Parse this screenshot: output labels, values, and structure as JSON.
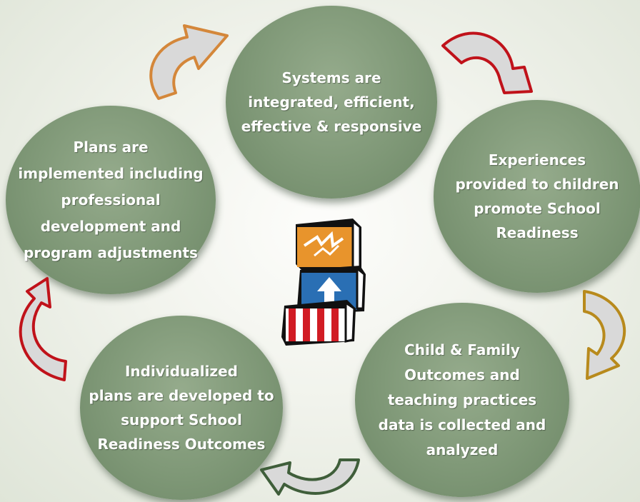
{
  "nodes": {
    "top": {
      "text": "Systems are\nintegrated, efficient,\neffective & responsive"
    },
    "right": {
      "text": "Experiences\nprovided to children\npromote School\nReadiness"
    },
    "bottom_right": {
      "text": "Child & Family\nOutcomes and\nteaching practices\ndata is collected and\nanalyzed"
    },
    "bottom_left": {
      "text": "Individualized\nplans are developed to\nsupport School\nReadiness Outcomes"
    },
    "left": {
      "text": "Plans are\nimplemented including\nprofessional\ndevelopment and\nprogram adjustments"
    }
  },
  "colors": {
    "circle": "#7f9877",
    "arrow_red": "#c0121a",
    "arrow_orange": "#d4873a",
    "arrow_gold": "#b88a1c",
    "arrow_green": "#3f5e3a",
    "arrow_fill": "#d9d9d9"
  },
  "center_icon": "alphabet-blocks-icon"
}
